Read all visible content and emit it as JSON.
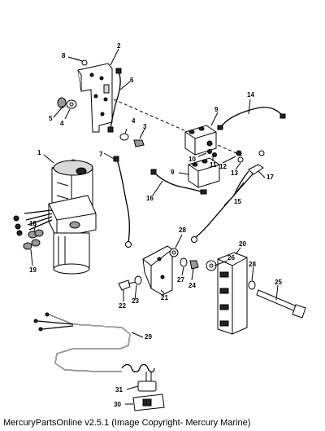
{
  "footer": {
    "caption": "MercuryPartsOnline v2.5.1 (Image Copyright- Mercury Marine)"
  },
  "callouts": {
    "c1": "1",
    "c2": "2",
    "c3": "3",
    "c4a": "4",
    "c4b": "4",
    "c5": "5",
    "c6": "6",
    "c7": "7",
    "c8": "8",
    "c9a": "9",
    "c9b": "9",
    "c10": "10",
    "c11": "11",
    "c12": "12",
    "c13": "13",
    "c14": "14",
    "c15": "15",
    "c16": "16",
    "c17": "17",
    "c18": "18",
    "c19": "19",
    "c20": "20",
    "c21": "21",
    "c22": "22",
    "c23": "23",
    "c24": "24",
    "c25": "25",
    "c26": "26",
    "c27": "27",
    "c28a": "28",
    "c28b": "28",
    "c29": "29",
    "c30": "30",
    "c31": "31"
  }
}
